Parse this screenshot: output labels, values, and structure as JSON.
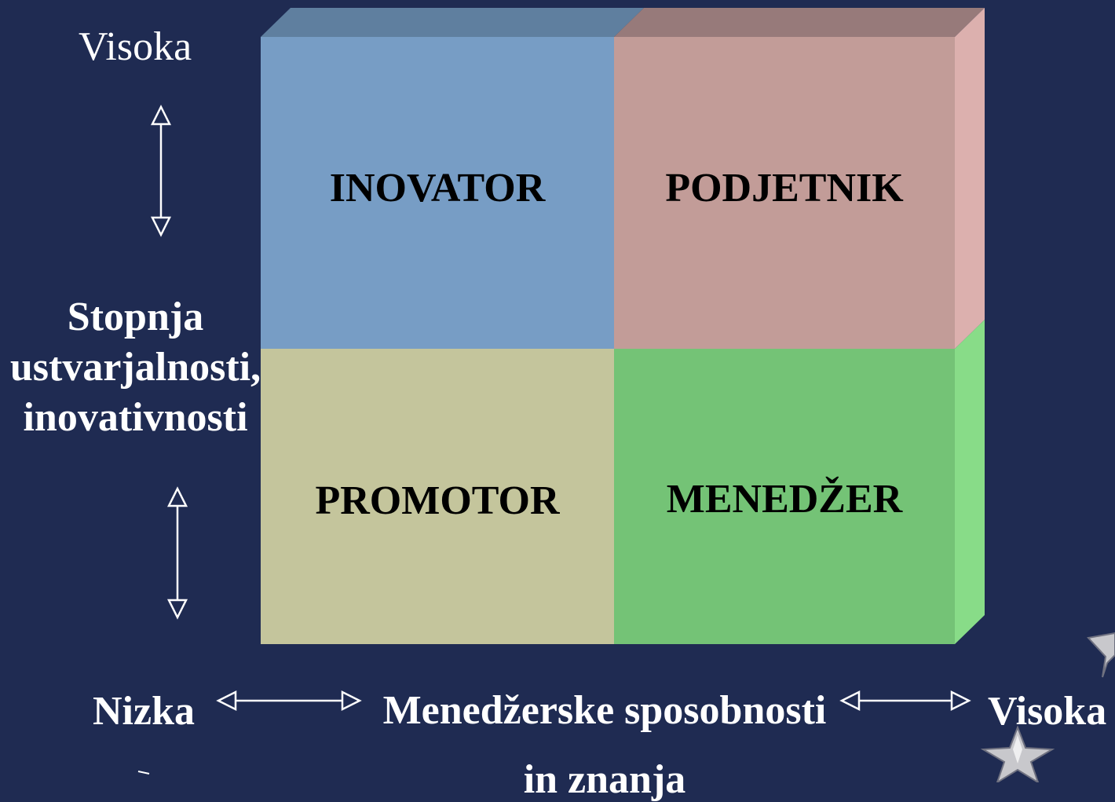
{
  "diagram": {
    "y_axis": {
      "high_label": "Visoka",
      "title_lines": [
        "Stopnja",
        "ustvarjalnosti,",
        "inovativnosti"
      ]
    },
    "x_axis": {
      "low_label": "Nizka",
      "title_lines": [
        "Menedžerske sposobnosti",
        "in znanja"
      ],
      "high_label": "Visoka"
    },
    "quadrants": {
      "top_left": {
        "label": "INOVATOR",
        "color": "#779dc5"
      },
      "top_right": {
        "label": "PODJETNIK",
        "color": "#c29c98"
      },
      "bottom_left": {
        "label": "PROMOTOR",
        "color": "#c4c59c"
      },
      "bottom_right": {
        "label": "MENEDŽER",
        "color": "#74c376"
      }
    },
    "colors": {
      "background": "#1f2b52",
      "text": "#ffffff",
      "quadrant_text": "#000000"
    }
  }
}
